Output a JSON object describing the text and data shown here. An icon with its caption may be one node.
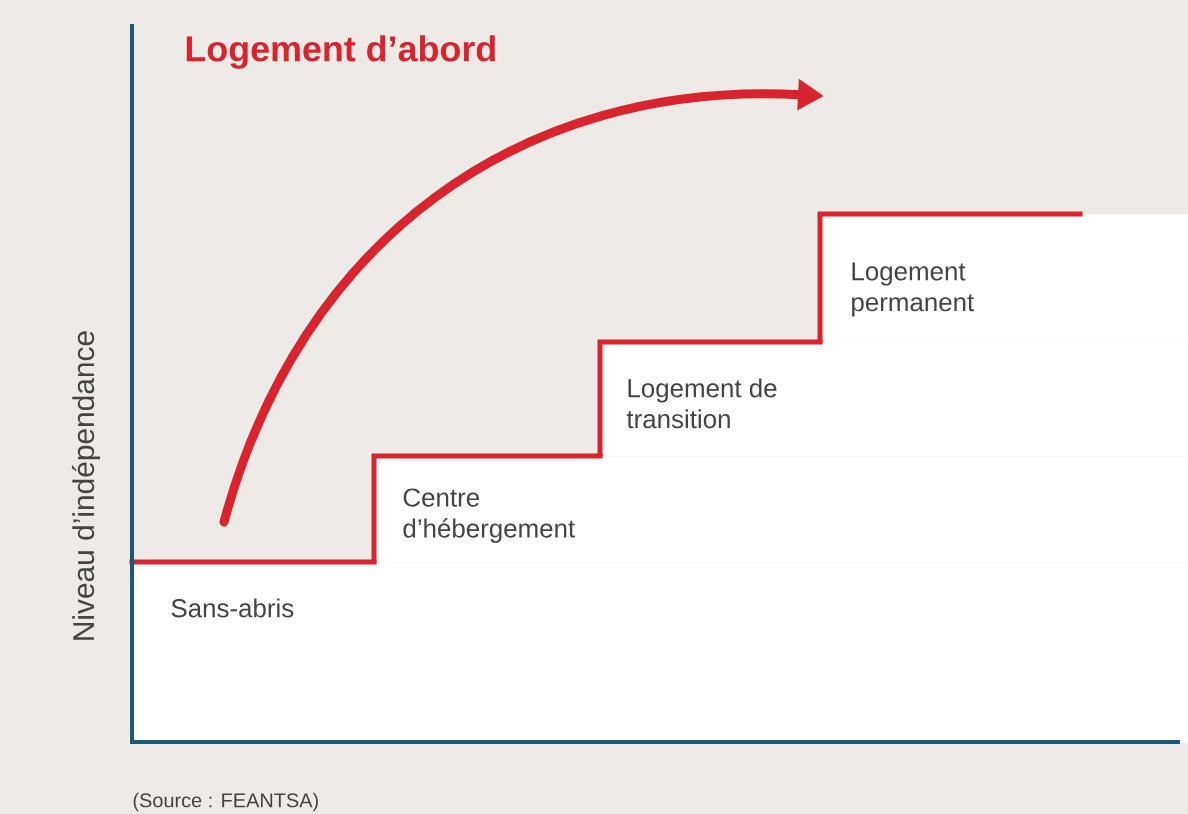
{
  "diagram": {
    "title": "Logement d’abord",
    "caption": "(Source : FEANTSA)",
    "nodes": [
      {
        "text": [
          "Sans-abris"
        ]
      },
      {
        "text": [
          "Centre d’hébergement"
        ]
      },
      {
        "text": [
          "Logement de transition"
        ]
      },
      {
        "text": [
          "Logement permanent"
        ]
      }
    ],
    "labels": [
      "Niveau d’indépendance"
    ]
  }
}
